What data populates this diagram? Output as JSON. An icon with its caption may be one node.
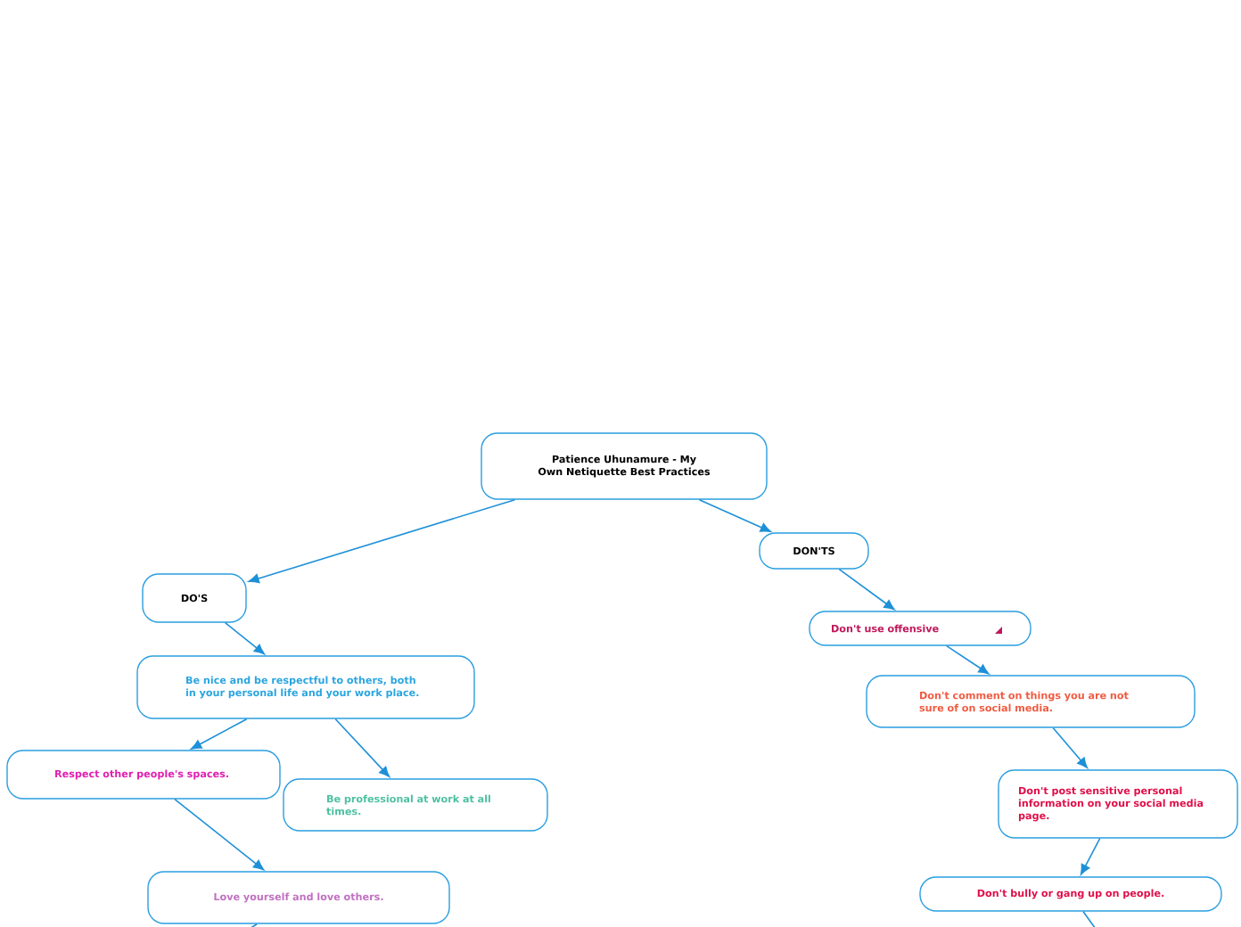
{
  "diagram": {
    "nodes": [
      {
        "text": [
          "Patience Uhunamure - My Own Netiquette Best Practices"
        ]
      },
      {
        "text": [
          "DO'S"
        ]
      },
      {
        "text": [
          "Be nice and be respectful to others, both in your personal life and your work place."
        ]
      },
      {
        "text": [
          "Respect other people's spaces."
        ]
      },
      {
        "text": [
          "Be professional at work at all times."
        ]
      },
      {
        "text": [
          "Love yourself and love others."
        ]
      },
      {
        "text": [
          "DON'TS"
        ]
      },
      {
        "text": [
          "Don't use offensive"
        ]
      },
      {
        "text": [
          "Don't comment on things you are not sure of on social media."
        ]
      },
      {
        "text": [
          "Don't post sensitive personal information on your social media page."
        ]
      },
      {
        "text": [
          "Don't bully or gang up on people."
        ]
      }
    ],
    "edges": [
      {
        "from": 0,
        "to": 1,
        "arrow": "to"
      },
      {
        "from": 1,
        "to": 2,
        "arrow": "to"
      },
      {
        "from": 2,
        "to": 3,
        "arrow": "to"
      },
      {
        "from": 2,
        "to": 4,
        "arrow": "to"
      },
      {
        "from": 3,
        "to": 5,
        "arrow": "to"
      },
      {
        "from": 5,
        "to": null,
        "arrow": "none"
      },
      {
        "from": 0,
        "to": 6,
        "arrow": "to"
      },
      {
        "from": 6,
        "to": 7,
        "arrow": "to"
      },
      {
        "from": 7,
        "to": 8,
        "arrow": "to"
      },
      {
        "from": 8,
        "to": 9,
        "arrow": "to"
      },
      {
        "from": 9,
        "to": 10,
        "arrow": "to"
      },
      {
        "from": 10,
        "to": null,
        "arrow": "none"
      }
    ]
  }
}
